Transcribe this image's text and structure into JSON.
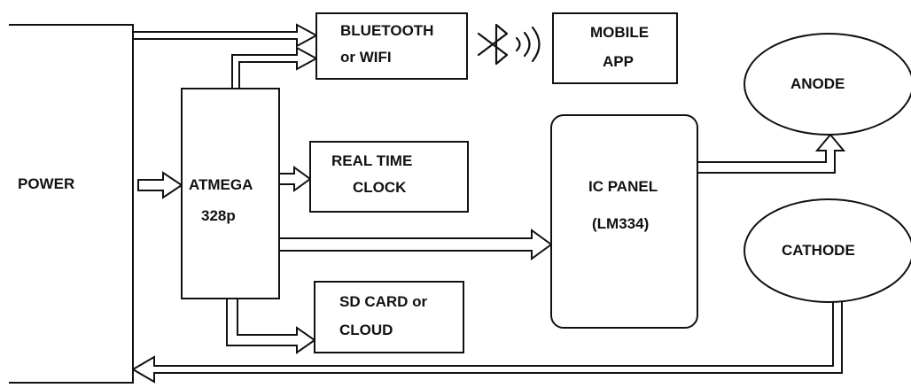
{
  "blocks": {
    "power": {
      "label": "POWER"
    },
    "bluetooth": {
      "line1": "BLUETOOTH",
      "line2": "or WIFI"
    },
    "mobile_app": {
      "line1": "MOBILE",
      "line2": "APP"
    },
    "atmega": {
      "line1": "ATMEGA",
      "line2": "328p"
    },
    "rtc": {
      "line1": "REAL TIME",
      "line2": "CLOCK"
    },
    "sd_card": {
      "line1": "SD CARD or",
      "line2": "CLOUD"
    },
    "ic_panel": {
      "line1": "IC PANEL",
      "line2": "(LM334)"
    },
    "anode": {
      "label": "ANODE"
    },
    "cathode": {
      "label": "CATHODE"
    }
  },
  "icons": {
    "wireless": "bluetooth-signal-icon"
  }
}
